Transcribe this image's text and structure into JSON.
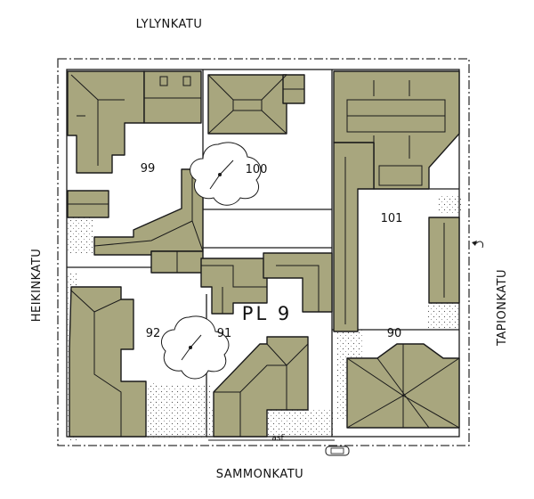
{
  "colors": {
    "building": "#a8a67e",
    "outline": "#1a1a1a",
    "background": "#ffffff"
  },
  "streets": {
    "north": "LYLYNKATU",
    "west": "HEIKINKATU",
    "east": "TAPIONKATU",
    "south": "SAMMONKATU"
  },
  "block_label": "PL 9",
  "plots": [
    "99",
    "100",
    "101",
    "92",
    "91",
    "90"
  ],
  "surface_label": "asf",
  "icons": [
    "tree-icon",
    "car-icon",
    "arrow-icon"
  ]
}
